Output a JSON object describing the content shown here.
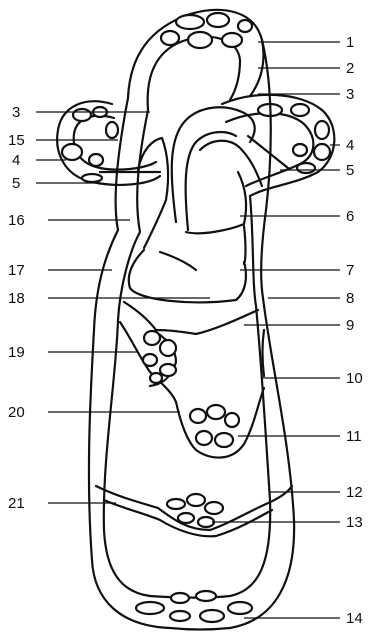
{
  "diagram": {
    "labels": [
      "1",
      "2",
      "3",
      "3",
      "4",
      "4",
      "5",
      "5",
      "6",
      "7",
      "8",
      "9",
      "10",
      "11",
      "12",
      "13",
      "14",
      "15",
      "16",
      "17",
      "18",
      "19",
      "20",
      "21"
    ]
  },
  "colors": {
    "stroke": "#111111",
    "background": "#ffffff"
  }
}
